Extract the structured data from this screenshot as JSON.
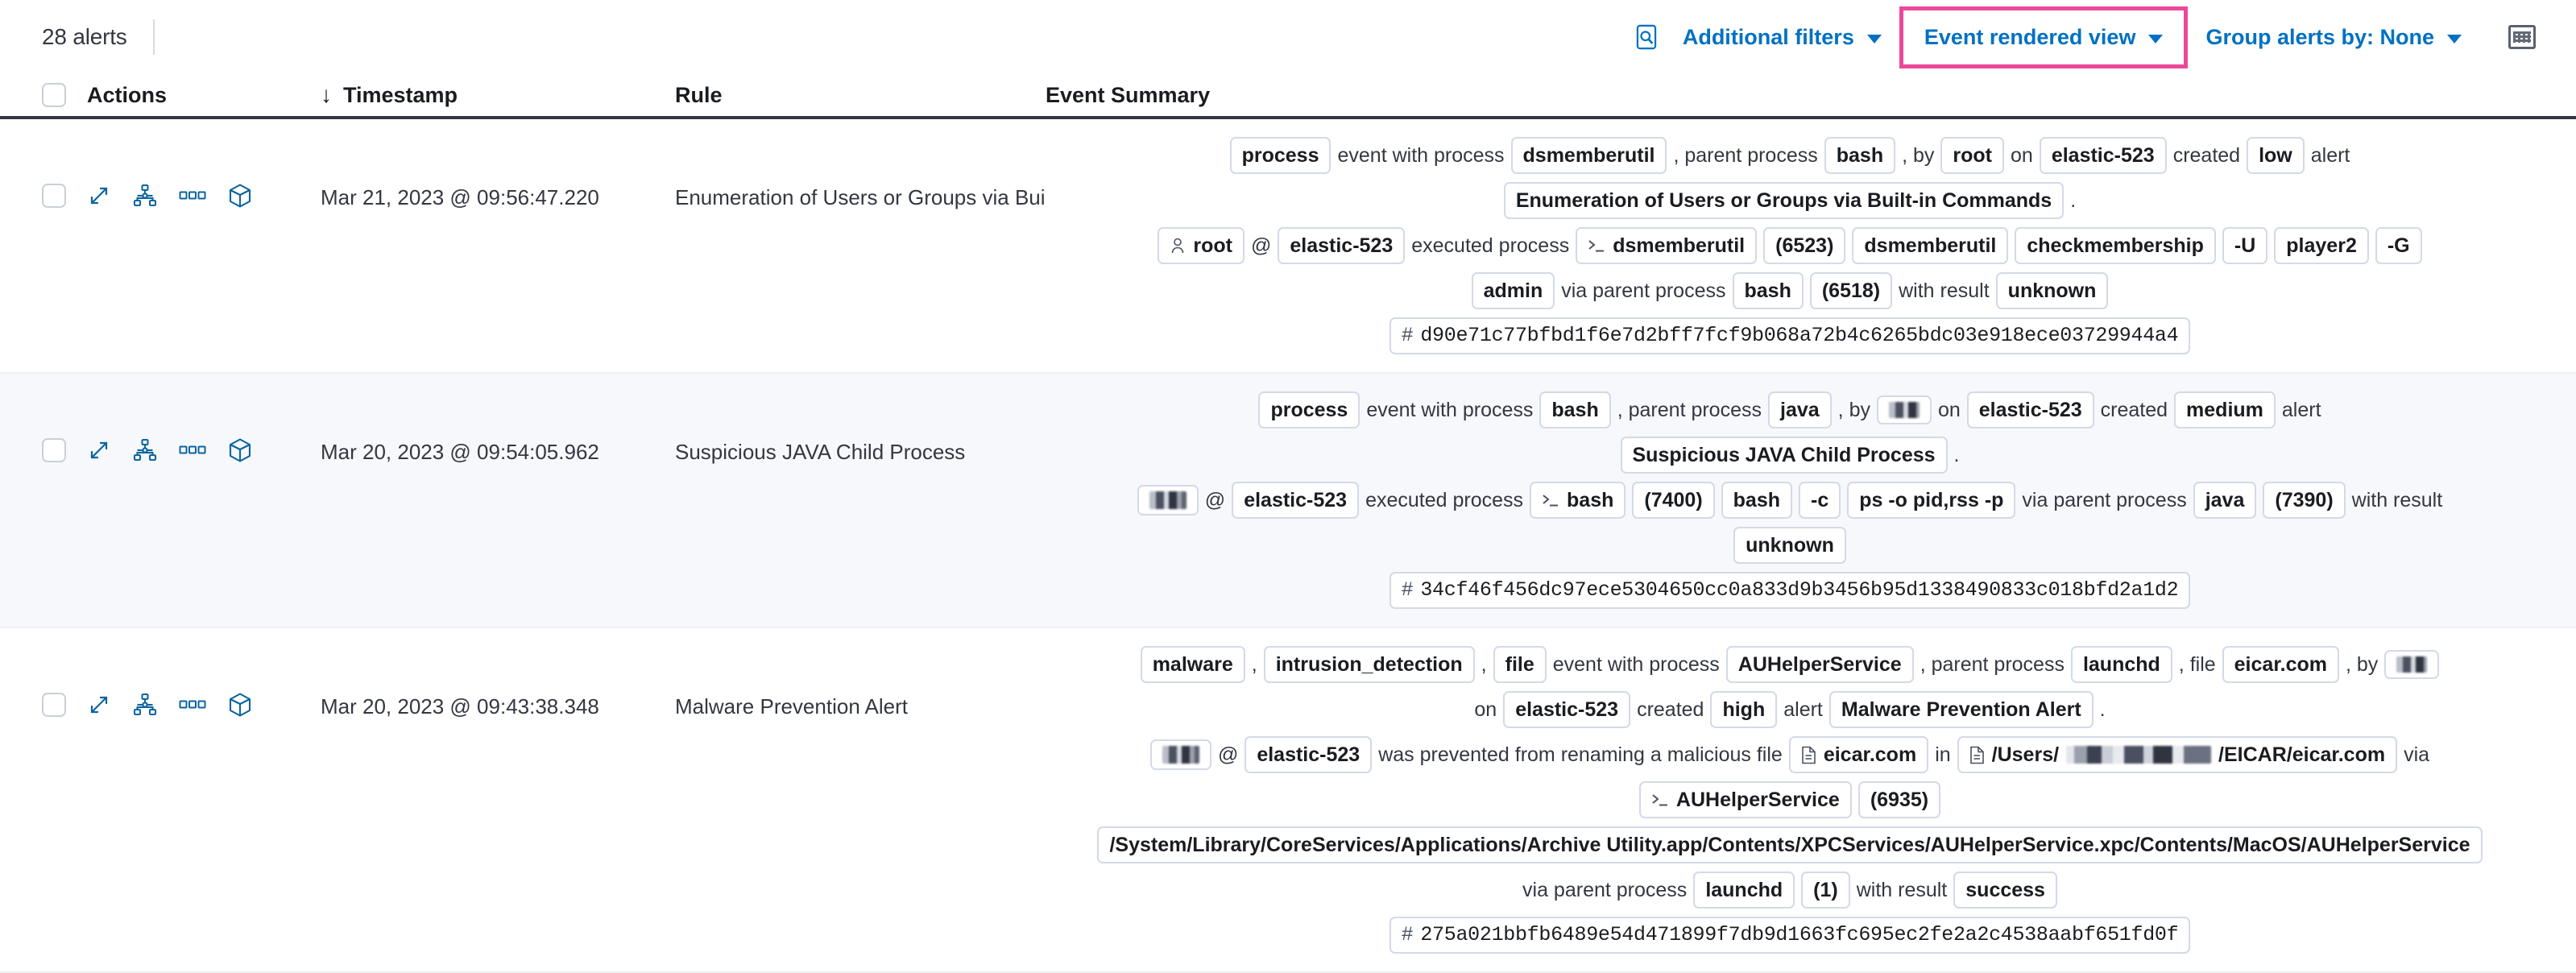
{
  "toolbar": {
    "alert_count": "28 alerts",
    "search_icon": "inspect-search-icon",
    "additional_filters": "Additional filters",
    "event_rendered_view": "Event rendered view",
    "group_alerts_by": "Group alerts by: None",
    "keyboard_icon": "keyboard-shortcut-icon",
    "highlight_color": "#ec4899",
    "link_color": "#0071c2"
  },
  "table": {
    "columns": {
      "actions": "Actions",
      "timestamp": "Timestamp",
      "rule": "Rule",
      "event_summary": "Event Summary",
      "sort_indicator": "↓"
    },
    "row_actions": [
      "expand-icon",
      "session-view-icon",
      "more-actions-icon",
      "package-icon"
    ],
    "rows": [
      {
        "timestamp": "Mar 21, 2023 @ 09:56:47.220",
        "rule": "Enumeration of Users or Groups via Bui",
        "summary_lines": [
          [
            {
              "t": "chip",
              "v": "process"
            },
            {
              "t": "txt",
              "v": "event with process"
            },
            {
              "t": "chip",
              "v": "dsmemberutil"
            },
            {
              "t": "txt",
              "v": ", parent process"
            },
            {
              "t": "chip",
              "v": "bash"
            },
            {
              "t": "txt",
              "v": ", by"
            },
            {
              "t": "chip",
              "v": "root"
            },
            {
              "t": "txt",
              "v": "on"
            },
            {
              "t": "chip",
              "v": "elastic-523"
            },
            {
              "t": "txt",
              "v": "created"
            },
            {
              "t": "chip",
              "v": "low"
            },
            {
              "t": "txt",
              "v": "alert"
            }
          ],
          [
            {
              "t": "chip",
              "v": "Enumeration of Users or Groups via Built-in Commands"
            },
            {
              "t": "txt",
              "v": "."
            }
          ],
          [
            {
              "t": "chip",
              "v": "root",
              "icon": "user-icon"
            },
            {
              "t": "txt",
              "v": "@"
            },
            {
              "t": "chip",
              "v": "elastic-523"
            },
            {
              "t": "txt",
              "v": "executed process"
            },
            {
              "t": "chip",
              "v": "dsmemberutil",
              "icon": "console-icon"
            },
            {
              "t": "chip",
              "v": "(6523)"
            },
            {
              "t": "chip",
              "v": "dsmemberutil"
            },
            {
              "t": "chip",
              "v": "checkmembership"
            },
            {
              "t": "chip",
              "v": "-U"
            },
            {
              "t": "chip",
              "v": "player2"
            },
            {
              "t": "chip",
              "v": "-G"
            }
          ],
          [
            {
              "t": "chip",
              "v": "admin"
            },
            {
              "t": "txt",
              "v": "via parent process"
            },
            {
              "t": "chip",
              "v": "bash"
            },
            {
              "t": "chip",
              "v": "(6518)"
            },
            {
              "t": "txt",
              "v": "with result"
            },
            {
              "t": "chip",
              "v": "unknown"
            }
          ],
          [
            {
              "t": "chip",
              "v": "d90e71c77bfbd1f6e7d2bff7fcf9b068a72b4c6265bdc03e918ece03729944a4",
              "icon": "hash-icon",
              "mono": true
            }
          ]
        ]
      },
      {
        "timestamp": "Mar 20, 2023 @ 09:54:05.962",
        "rule": "Suspicious JAVA Child Process",
        "summary_lines": [
          [
            {
              "t": "chip",
              "v": "process"
            },
            {
              "t": "txt",
              "v": "event with process"
            },
            {
              "t": "chip",
              "v": "bash"
            },
            {
              "t": "txt",
              "v": ", parent process"
            },
            {
              "t": "chip",
              "v": "java"
            },
            {
              "t": "txt",
              "v": ", by"
            },
            {
              "t": "chip",
              "v": "",
              "redacted": "sm"
            },
            {
              "t": "txt",
              "v": "on"
            },
            {
              "t": "chip",
              "v": "elastic-523"
            },
            {
              "t": "txt",
              "v": "created"
            },
            {
              "t": "chip",
              "v": "medium"
            },
            {
              "t": "txt",
              "v": "alert"
            }
          ],
          [
            {
              "t": "chip",
              "v": "Suspicious JAVA Child Process"
            },
            {
              "t": "txt",
              "v": "."
            }
          ],
          [
            {
              "t": "chip",
              "v": "",
              "redacted": "md"
            },
            {
              "t": "txt",
              "v": "@"
            },
            {
              "t": "chip",
              "v": "elastic-523"
            },
            {
              "t": "txt",
              "v": "executed process"
            },
            {
              "t": "chip",
              "v": "bash",
              "icon": "console-icon"
            },
            {
              "t": "chip",
              "v": "(7400)"
            },
            {
              "t": "chip",
              "v": "bash"
            },
            {
              "t": "chip",
              "v": "-c"
            },
            {
              "t": "chip",
              "v": "ps -o pid,rss -p"
            },
            {
              "t": "txt",
              "v": "via parent process"
            },
            {
              "t": "chip",
              "v": "java"
            },
            {
              "t": "chip",
              "v": "(7390)"
            },
            {
              "t": "txt",
              "v": "with result"
            }
          ],
          [
            {
              "t": "chip",
              "v": "unknown"
            }
          ],
          [
            {
              "t": "chip",
              "v": "34cf46f456dc97ece5304650cc0a833d9b3456b95d1338490833c018bfd2a1d2",
              "icon": "hash-icon",
              "mono": true
            }
          ]
        ]
      },
      {
        "timestamp": "Mar 20, 2023 @ 09:43:38.348",
        "rule": "Malware Prevention Alert",
        "summary_lines": [
          [
            {
              "t": "chip",
              "v": "malware"
            },
            {
              "t": "txt",
              "v": ","
            },
            {
              "t": "chip",
              "v": "intrusion_detection"
            },
            {
              "t": "txt",
              "v": ","
            },
            {
              "t": "chip",
              "v": "file"
            },
            {
              "t": "txt",
              "v": "event with process"
            },
            {
              "t": "chip",
              "v": "AUHelperService"
            },
            {
              "t": "txt",
              "v": ", parent process"
            },
            {
              "t": "chip",
              "v": "launchd"
            },
            {
              "t": "txt",
              "v": ", file"
            },
            {
              "t": "chip",
              "v": "eicar.com"
            },
            {
              "t": "txt",
              "v": ", by"
            },
            {
              "t": "chip",
              "v": "",
              "redacted": "sm"
            }
          ],
          [
            {
              "t": "txt",
              "v": "on"
            },
            {
              "t": "chip",
              "v": "elastic-523"
            },
            {
              "t": "txt",
              "v": "created"
            },
            {
              "t": "chip",
              "v": "high"
            },
            {
              "t": "txt",
              "v": "alert"
            },
            {
              "t": "chip",
              "v": "Malware Prevention Alert"
            },
            {
              "t": "txt",
              "v": "."
            }
          ],
          [
            {
              "t": "chip",
              "v": "",
              "redacted": "md"
            },
            {
              "t": "txt",
              "v": "@"
            },
            {
              "t": "chip",
              "v": "elastic-523"
            },
            {
              "t": "txt",
              "v": "was prevented from renaming a malicious file"
            },
            {
              "t": "chip",
              "v": "eicar.com",
              "icon": "file-icon"
            },
            {
              "t": "txt",
              "v": "in"
            },
            {
              "t": "chip",
              "v": "/Users/",
              "suffix": "/EICAR/eicar.com",
              "icon": "file-icon",
              "redacted": "lg"
            },
            {
              "t": "txt",
              "v": "via"
            }
          ],
          [
            {
              "t": "chip",
              "v": "AUHelperService",
              "icon": "console-icon"
            },
            {
              "t": "chip",
              "v": "(6935)"
            }
          ],
          [
            {
              "t": "chip",
              "v": "/System/Library/CoreServices/Applications/Archive Utility.app/Contents/XPCServices/AUHelperService.xpc/Contents/MacOS/AUHelperService"
            }
          ],
          [
            {
              "t": "txt",
              "v": "via parent process"
            },
            {
              "t": "chip",
              "v": "launchd"
            },
            {
              "t": "chip",
              "v": "(1)"
            },
            {
              "t": "txt",
              "v": "with result"
            },
            {
              "t": "chip",
              "v": "success"
            }
          ],
          [
            {
              "t": "chip",
              "v": "275a021bbfb6489e54d471899f7db9d1663fc695ec2fe2a2c4538aabf651fd0f",
              "icon": "hash-icon",
              "mono": true
            }
          ]
        ]
      }
    ]
  }
}
